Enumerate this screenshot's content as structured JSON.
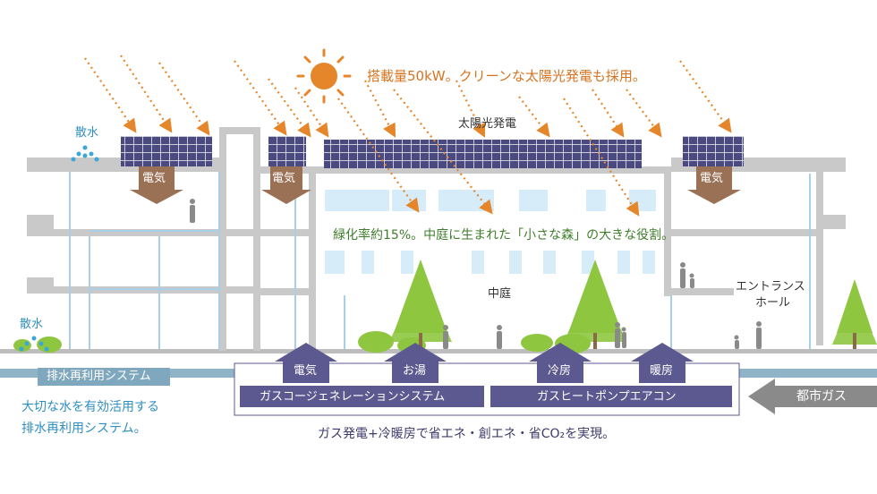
{
  "colors": {
    "solar_orange": "#e6862a",
    "panel": "#4a4a80",
    "arrow_brown": "#9b7156",
    "system_purple": "#5c5890",
    "greenery": "#8ec63f",
    "water_blue": "#3aa7d8",
    "pipe_blue": "#8fb3c7",
    "gray_arrow": "#8a8a8a"
  },
  "solar": {
    "headline": "搭載量50kW。クリーンな太陽光発電も採用。",
    "panel_label": "太陽光発電",
    "electricity": [
      "電気",
      "電気",
      "電気"
    ]
  },
  "greenery": {
    "headline": "緑化率約15%。中庭に生まれた「小さな森」の大きな役割。"
  },
  "places": {
    "courtyard": "中庭",
    "entrance_line1": "エントランス",
    "entrance_line2": "ホール"
  },
  "water": {
    "sprinkler_top": "散水",
    "sprinkler_bottom": "散水",
    "system_label": "排水再利用システム",
    "caption_line1": "大切な水を有効活用する",
    "caption_line2": "排水再利用システム。"
  },
  "energy": {
    "outputs": [
      "電気",
      "お湯",
      "冷房",
      "暖房"
    ],
    "cogeneration": "ガスコージェネレーションシステム",
    "heat_pump": "ガスヒートポンプエアコン",
    "city_gas": "都市ガス",
    "caption": "ガス発電+冷暖房で省エネ・創エネ・省CO₂を実現。"
  }
}
